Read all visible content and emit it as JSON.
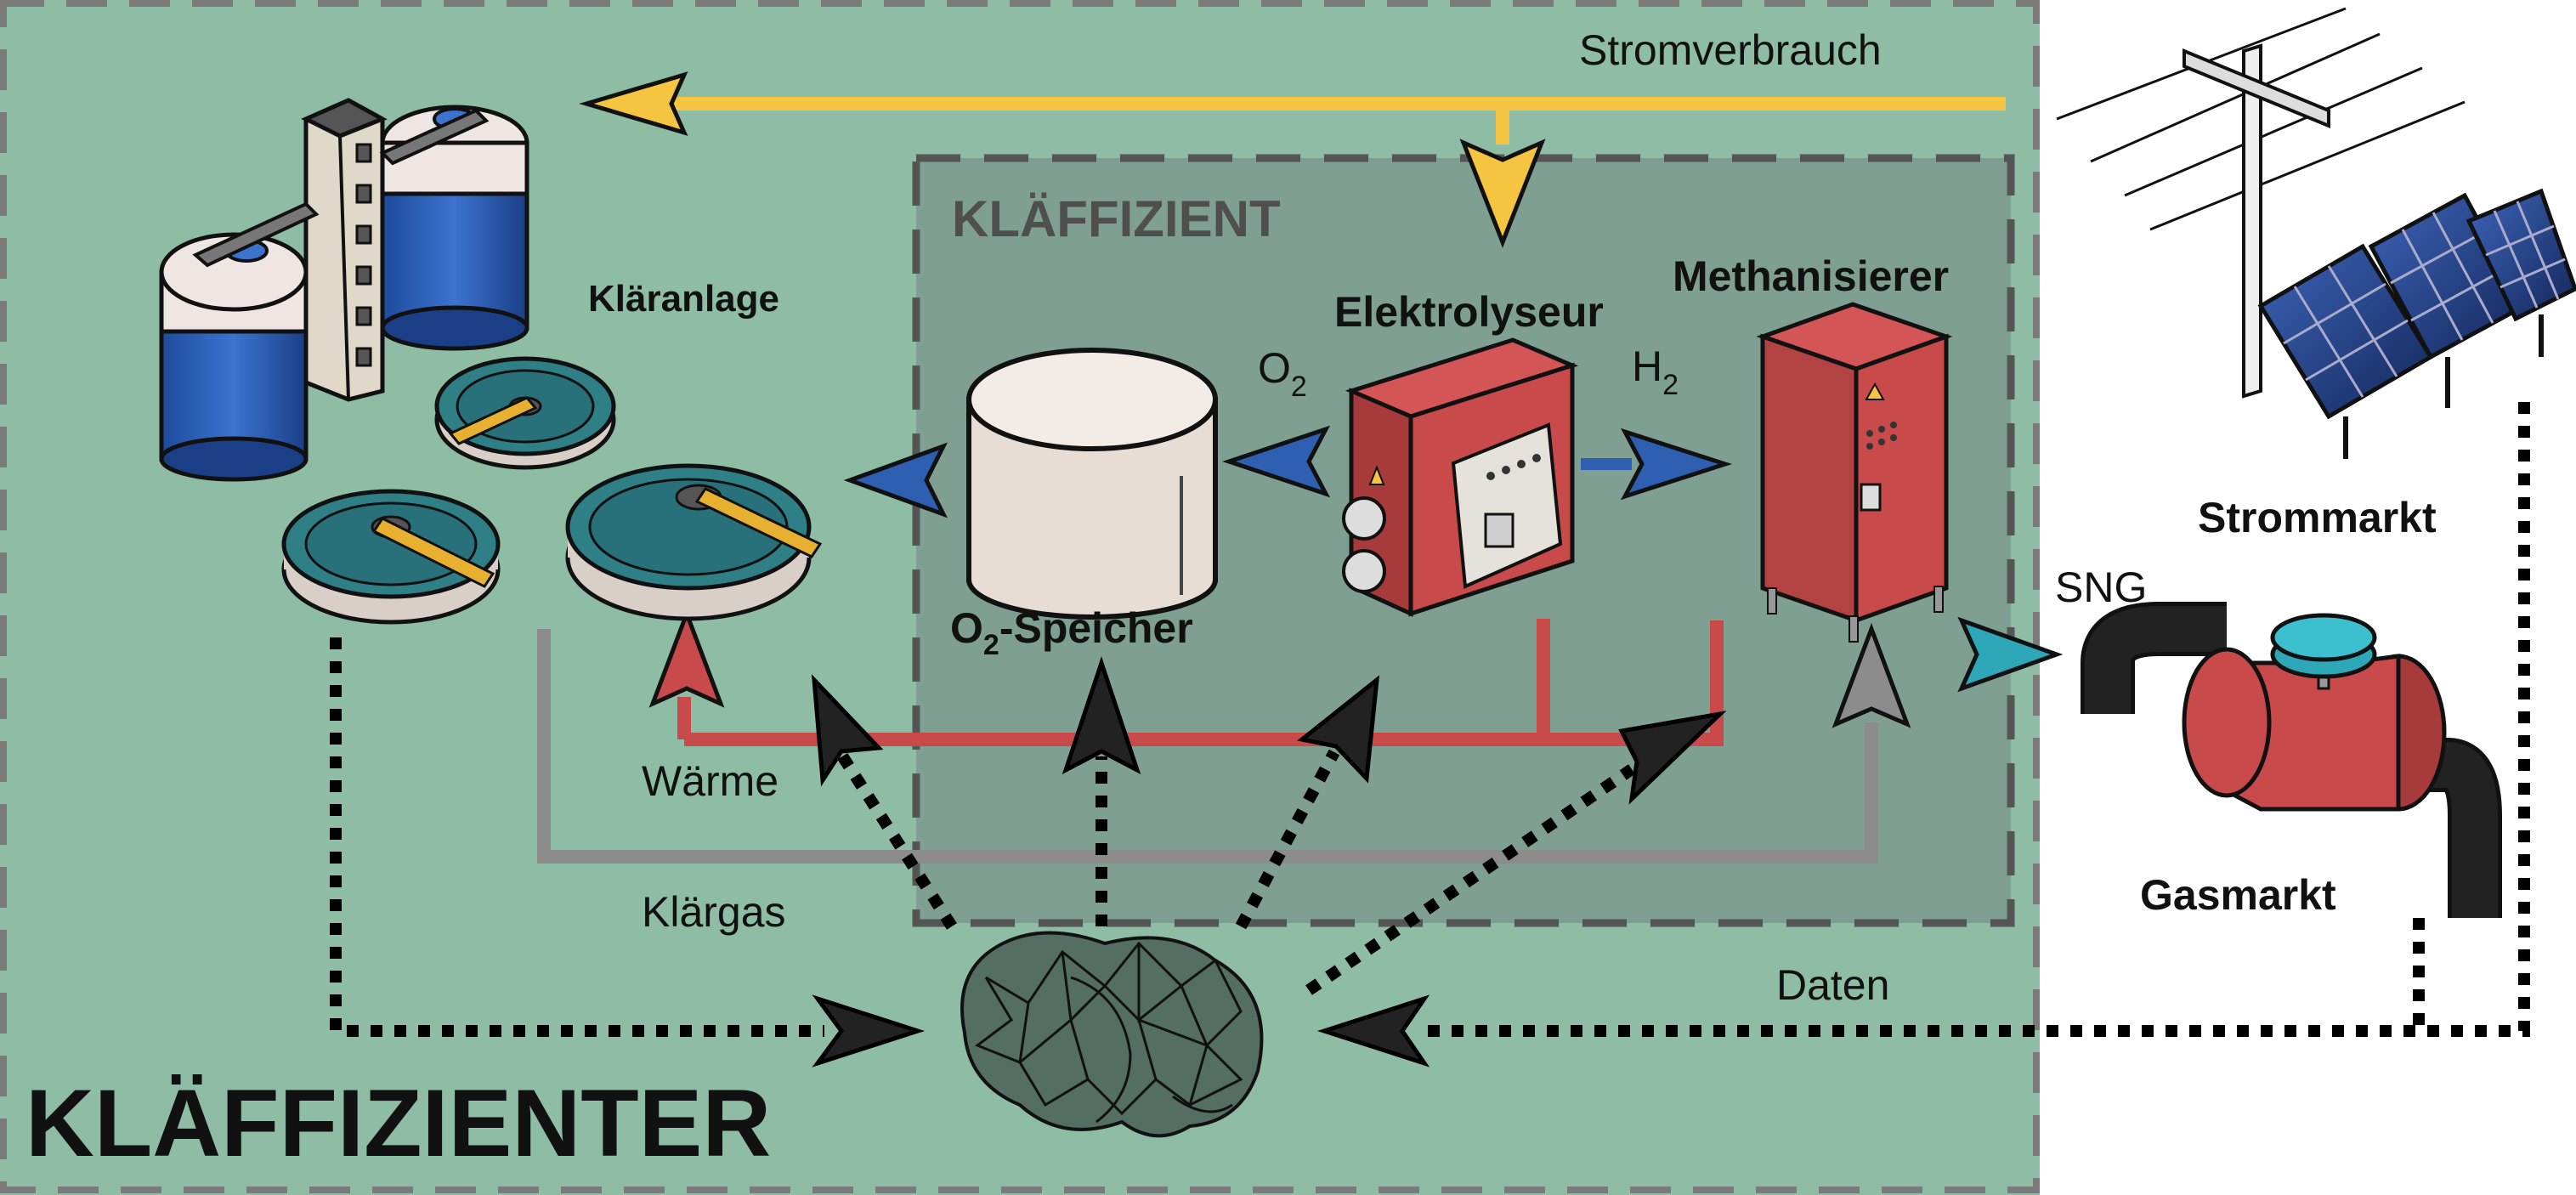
{
  "diagram": {
    "outer_title": "KLÄFFIZIENTER",
    "inner_title": "KLÄFFIZIENT",
    "labels": {
      "stromverbrauch": "Stromverbrauch",
      "klaeranlage": "Kläranlage",
      "elektrolyseur": "Elektrolyseur",
      "methanisierer": "Methanisierer",
      "o2": "O",
      "o2_sub": "2",
      "h2": "H",
      "h2_sub": "2",
      "o2_speicher_prefix": "O",
      "o2_speicher_sub": "2",
      "o2_speicher_suffix": "-Speicher",
      "waerme": "Wärme",
      "klaergas": "Klärgas",
      "strommarkt": "Strommarkt",
      "sng": "SNG",
      "gasmarkt": "Gasmarkt",
      "daten": "Daten"
    },
    "colors": {
      "outer_bg": "#8fbca5",
      "inner_bg": "#7f9f93",
      "power": "#f5c542",
      "oxygen": "#2f5fb0",
      "heat": "#c84a4a",
      "sewage_gas": "#8c8c8c",
      "sng": "#2ea8b8",
      "data": "#000000"
    }
  }
}
